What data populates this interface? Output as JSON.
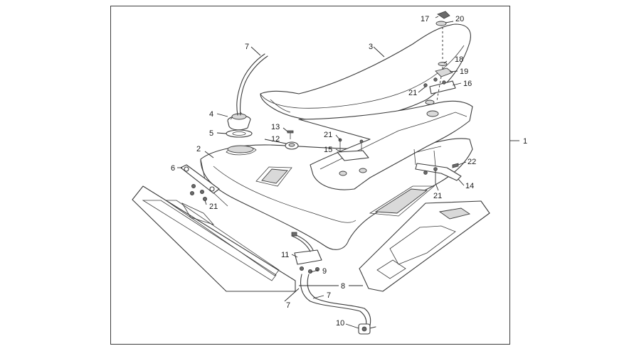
{
  "callouts": {
    "c1": "1",
    "c2": "2",
    "c3": "3",
    "c4": "4",
    "c5": "5",
    "c6": "6",
    "c7a": "7",
    "c7b": "7",
    "c7c": "7",
    "c8": "8",
    "c9": "9",
    "c10": "10",
    "c11": "11",
    "c12": "12",
    "c13": "13",
    "c14": "14",
    "c15": "15",
    "c16": "16",
    "c17": "17",
    "c18": "18",
    "c19": "19",
    "c20": "20",
    "c21a": "21",
    "c21b": "21",
    "c21c": "21",
    "c21d": "21",
    "c22": "22"
  }
}
